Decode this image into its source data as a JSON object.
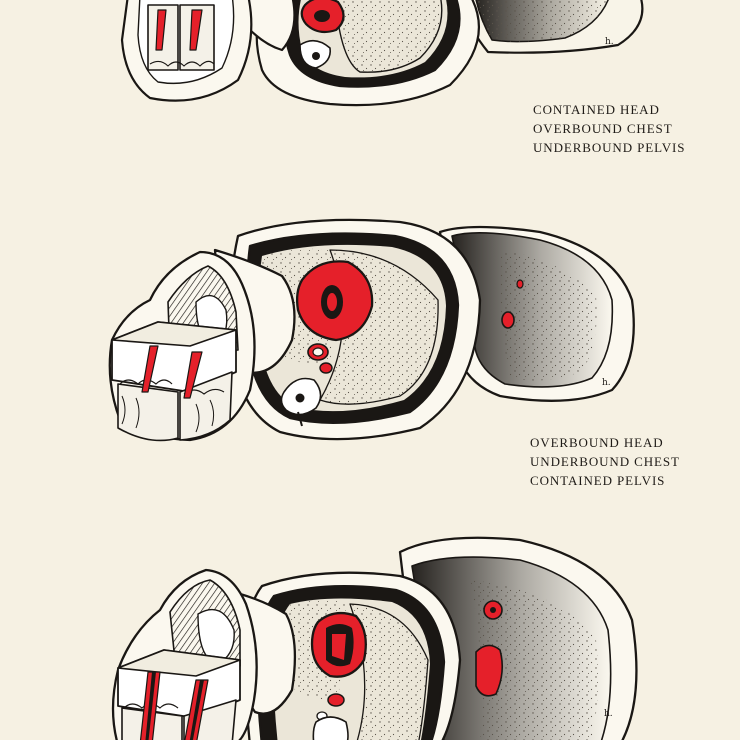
{
  "captions": [
    {
      "lines": [
        "CONTAINED HEAD",
        "OVERBOUND CHEST",
        "UNDERBOUND PELVIS"
      ]
    },
    {
      "lines": [
        "OVERBOUND HEAD",
        "UNDERBOUND CHEST",
        "CONTAINED PELVIS"
      ]
    }
  ],
  "colors": {
    "paper": "#f6f1e3",
    "ink": "#1a1714",
    "organ_red": "#e5202a",
    "cavity_fill": "#ebe6d8",
    "bone": "#ffffff"
  }
}
